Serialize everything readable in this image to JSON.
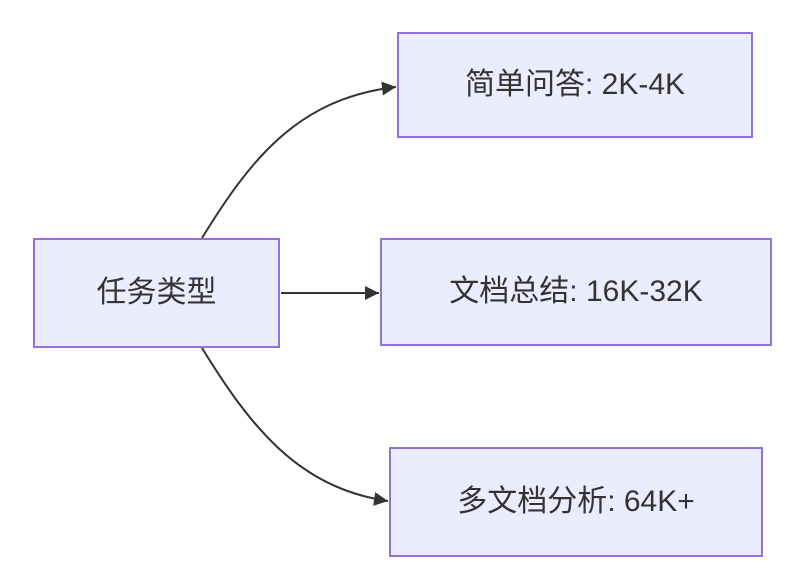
{
  "colors": {
    "node_fill": "#ECECFF",
    "node_border": "#9370DB",
    "edge": "#333333",
    "text": "#333333",
    "background": "#FFFFFF"
  },
  "diagram": {
    "type": "flowchart-left-to-right",
    "root": {
      "label": "任务类型"
    },
    "branches": [
      {
        "label": "简单问答: 2K-4K"
      },
      {
        "label": "文档总结: 16K-32K"
      },
      {
        "label": "多文档分析: 64K+"
      }
    ]
  }
}
